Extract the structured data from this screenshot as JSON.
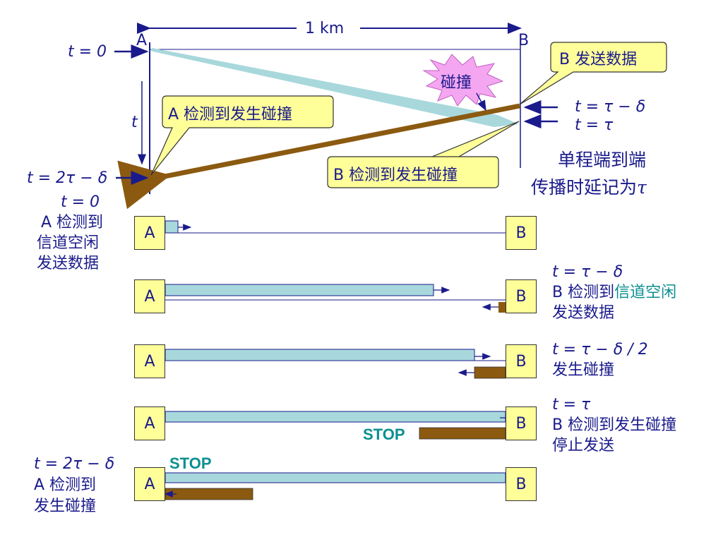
{
  "distance_label": "1 km",
  "station_a": "A",
  "station_b": "B",
  "t_axis_label": "t",
  "top_labels": {
    "t0": "t = 0",
    "t_2tau": "t = 2τ − δ",
    "t_tau_delta": "t = τ − δ",
    "t_tau": "t = τ"
  },
  "callouts": {
    "b_send": "B 发送数据",
    "collision": "碰撞",
    "a_detect": "A 检测到发生碰撞",
    "b_detect": "B 检测到发生碰撞"
  },
  "note": {
    "line1": "单程端到端",
    "line2": "传播时延记为",
    "tau": "τ"
  },
  "stages": [
    {
      "left_lines": [
        "t = 0",
        "A 检测到",
        "信道空闲",
        "发送数据"
      ]
    },
    {
      "right_time": "t = τ − δ",
      "right_prefix": "B 检测到",
      "right_highlight": "信道空闲",
      "right_line3": "发送数据"
    },
    {
      "right_time": "t = τ − δ / 2",
      "right_line2": "发生碰撞"
    },
    {
      "right_time": "t = τ",
      "right_line2": "B 检测到发生碰撞",
      "right_line3": "停止发送",
      "stop": "STOP"
    },
    {
      "left_lines": [
        "t = 2τ − δ",
        "A 检测到",
        "发生碰撞"
      ],
      "stop": "STOP"
    }
  ],
  "colors": {
    "text": "#1a1a8c",
    "signal_a": "#a8d8dc",
    "signal_b": "#8b5a10",
    "station_fill": "#ffff99",
    "stop": "#0b8f8f",
    "burst": "#f4a6f0"
  }
}
